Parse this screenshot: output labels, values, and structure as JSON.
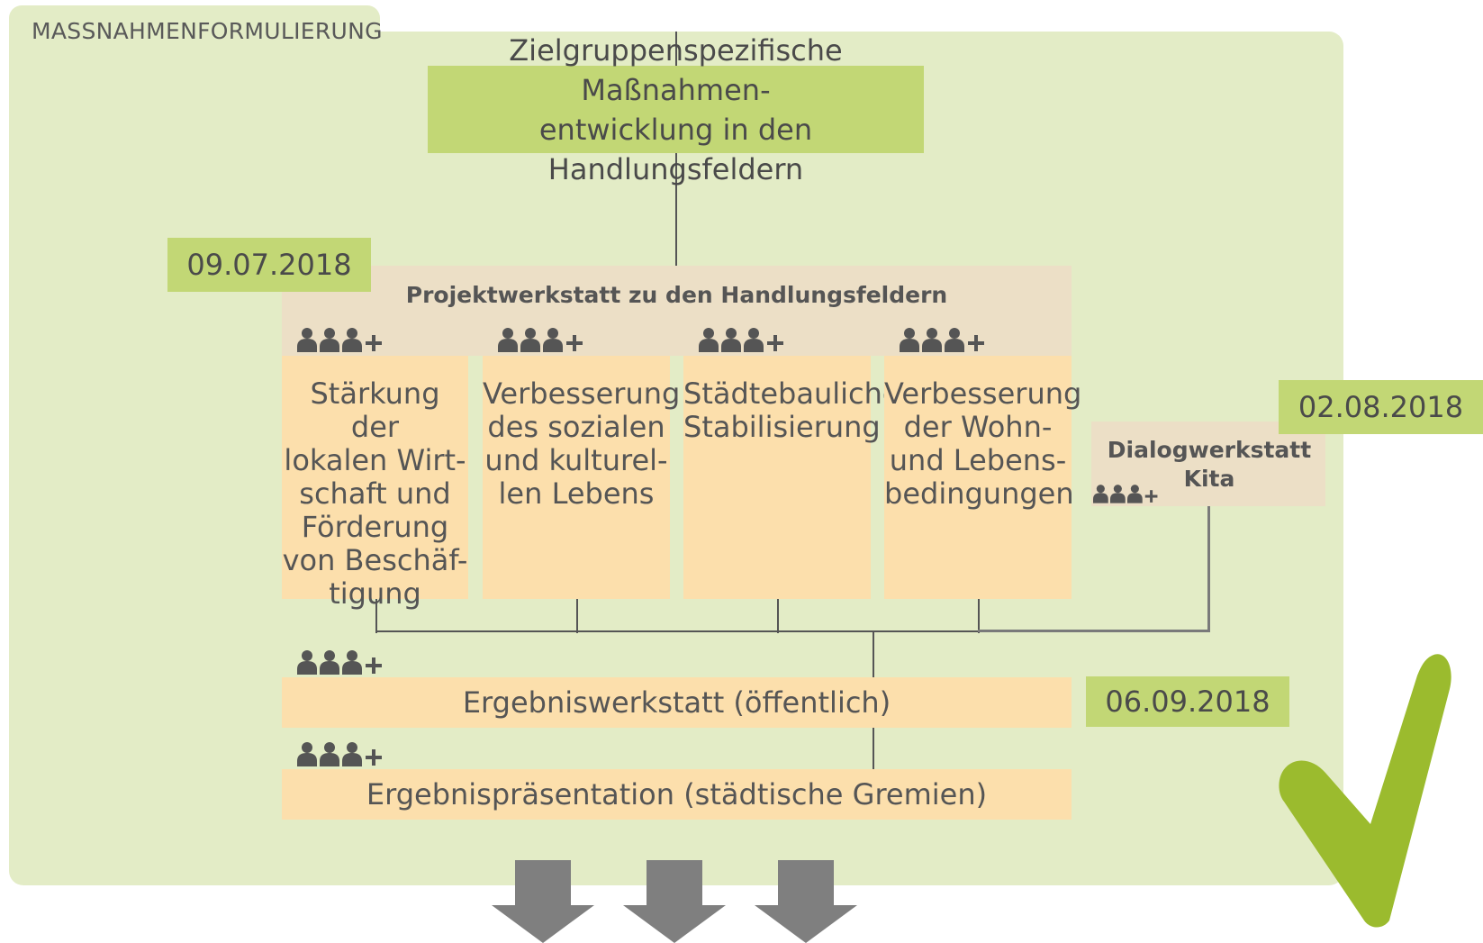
{
  "section_label": "MASSNAHMENFORMULIERUNG",
  "goal_box": "Zielgruppenspezifische Maßnahmen-\nentwicklung in den Handlungsfeldern",
  "dates": {
    "projektwerkstatt": "09.07.2018",
    "dialogwerkstatt": "02.08.2018",
    "ergebniswerkstatt": "06.09.2018"
  },
  "projektwerkstatt": {
    "title": "Projektwerkstatt zu den Handlungsfeldern",
    "fields": [
      "Stärkung der\nlokalen Wirt-\nschaft und\nFörderung\nvon Beschäf-\ntigung",
      "Verbesserung\ndes sozialen\nund kulturel-\nlen Lebens",
      "Städtebauliche\nStabilisierung",
      "Verbesserung\nder Wohn-\nund Lebens-\nbedingungen"
    ]
  },
  "dialogwerkstatt": "Dialogwerkstatt\nKita",
  "ergebniswerkstatt": "Ergebniswerkstatt (öffentlich)",
  "ergebnispraesentation": "Ergebnispräsentation (städtische Gremien)",
  "icons": {
    "participants": "people-group-plus-icon",
    "arrows": "down-arrow-icon",
    "check": "checkmark-icon"
  },
  "colors": {
    "panel": "#e3ecc6",
    "green_box": "#c2d775",
    "beige": "#ecdfc6",
    "orange": "#fcdfac",
    "check": "#9bbb2e",
    "arrow": "#7f7f7f",
    "icon": "#555555"
  }
}
